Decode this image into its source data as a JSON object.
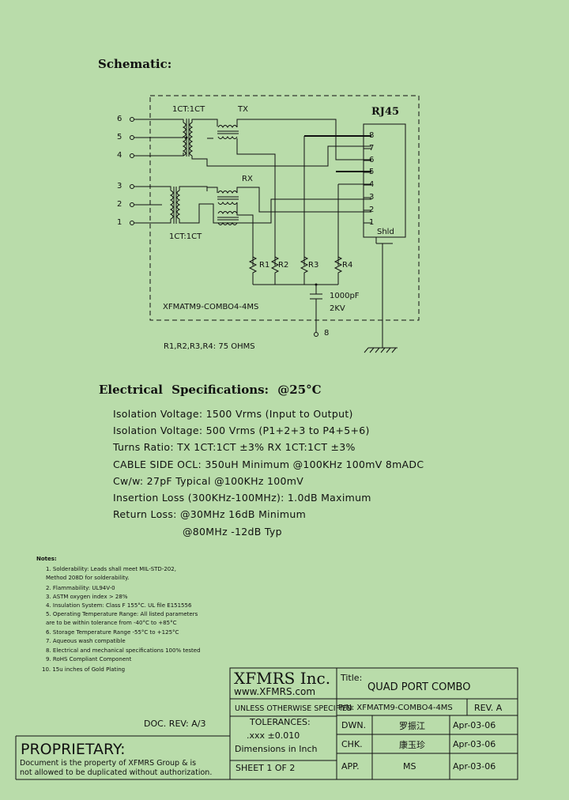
{
  "schematic": {
    "heading": "Schematic:",
    "ratio_top": "1CT:1CT",
    "ratio_bottom": "1CT:1CT",
    "tx": "TX",
    "rx": "RX",
    "connector": "RJ45",
    "pins_left": [
      "6",
      "5",
      "4",
      "3",
      "2",
      "1"
    ],
    "pins_right": [
      "8",
      "7",
      "6",
      "5",
      "4",
      "3",
      "2",
      "1"
    ],
    "shield": "Shld",
    "resistors": [
      "R1",
      "R2",
      "R3",
      "R4"
    ],
    "cap_value": "1000pF",
    "cap_voltage": "2KV",
    "part_label": "XFMATM9-COMBO4-4MS",
    "node_label": "8",
    "resistor_note": "R1,R2,R3,R4: 75 OHMS"
  },
  "electrical": {
    "heading": "Electrical Specifications: @25°C",
    "lines": [
      "Isolation Voltage:  1500 Vrms (Input to Output)",
      "Isolation Voltage:  500 Vrms (P1+2+3 to P4+5+6)",
      "Turns Ratio: TX 1CT:1CT ±3%  RX 1CT:1CT ±3%",
      "CABLE SIDE OCL: 350uH Minimum @100KHz 100mV 8mADC",
      "Cw/w: 27pF Typical @100KHz 100mV",
      "Insertion Loss (300KHz-100MHz): 1.0dB Maximum",
      "Return Loss: @30MHz   16dB Minimum",
      "@80MHz   -12dB Typ"
    ]
  },
  "notes": {
    "heading": "Notes:",
    "items": [
      "1.  Solderability: Leads shall meet MIL-STD-202,",
      "     Method 208D for solderability.",
      "2.  Flammability: UL94V-0",
      "3.  ASTM oxygen index > 28%",
      "4.  Insulation System: Class F 155°C. UL file E151556",
      "5.  Operating Temperature Range: All listed parameters",
      "     are to be within tolerance from -40°C to +85°C",
      "6.  Storage Temperature Range -55°C to +125°C",
      "7.  Aqueous wash compatible",
      "8.  Electrical and mechanical specifications 100% tested",
      "9.  RoHS Compliant Component",
      "10.  15u inches of Gold Plating"
    ]
  },
  "title_block": {
    "company": "XFMRS Inc.",
    "website": "www.XFMRS.com",
    "title_label": "Title:",
    "title": "QUAD PORT COMBO",
    "tol_line1": "UNLESS OTHERWISE SPECIFIED",
    "tol_line2": "TOLERANCES:",
    "tol_line3": ".xxx ±0.010",
    "tol_line4": "Dimensions in Inch",
    "pn": "P/N: XFMATM9-COMBO4-4MS",
    "rev": "REV. A",
    "dwn_label": "DWN.",
    "dwn_name": "罗振江",
    "dwn_date": "Apr-03-06",
    "chk_label": "CHK.",
    "chk_name": "康玉珍",
    "chk_date": "Apr-03-06",
    "app_label": "APP.",
    "app_name": "MS",
    "app_date": "Apr-03-06",
    "sheet": "SHEET  1  OF  2",
    "doc_rev": "DOC. REV: A/3",
    "proprietary": "PROPRIETARY:",
    "prop_line1": "Document is the property of XFMRS Group & is",
    "prop_line2": "not allowed to be duplicated without authorization."
  }
}
